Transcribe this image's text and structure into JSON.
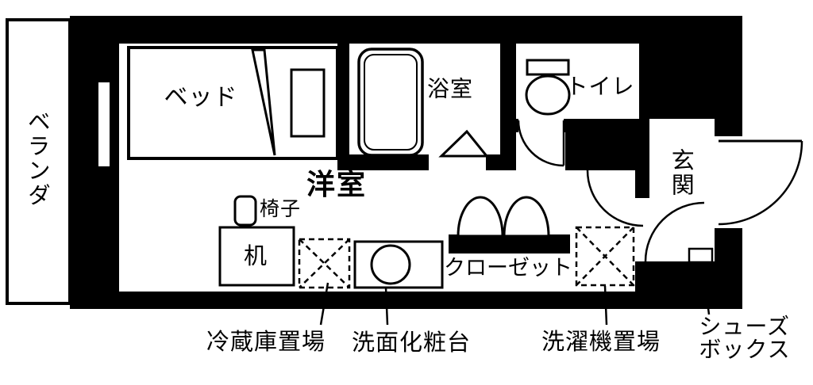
{
  "rooms": {
    "veranda": "ベランダ",
    "bed": "ベッド",
    "bath": "浴室",
    "toilet": "トイレ",
    "western_room": "洋室",
    "closet": "クローゼット",
    "entrance": "玄関"
  },
  "furniture": {
    "chair": "椅子",
    "desk": "机"
  },
  "callouts": {
    "fridge_space": "冷蔵庫置場",
    "vanity": "洗面化粧台",
    "washer_space": "洗濯機置場",
    "shoe_box_line1": "シューズ",
    "shoe_box_line2": "ボックス"
  },
  "colors": {
    "wall": "#000000",
    "floor": "#ffffff"
  }
}
